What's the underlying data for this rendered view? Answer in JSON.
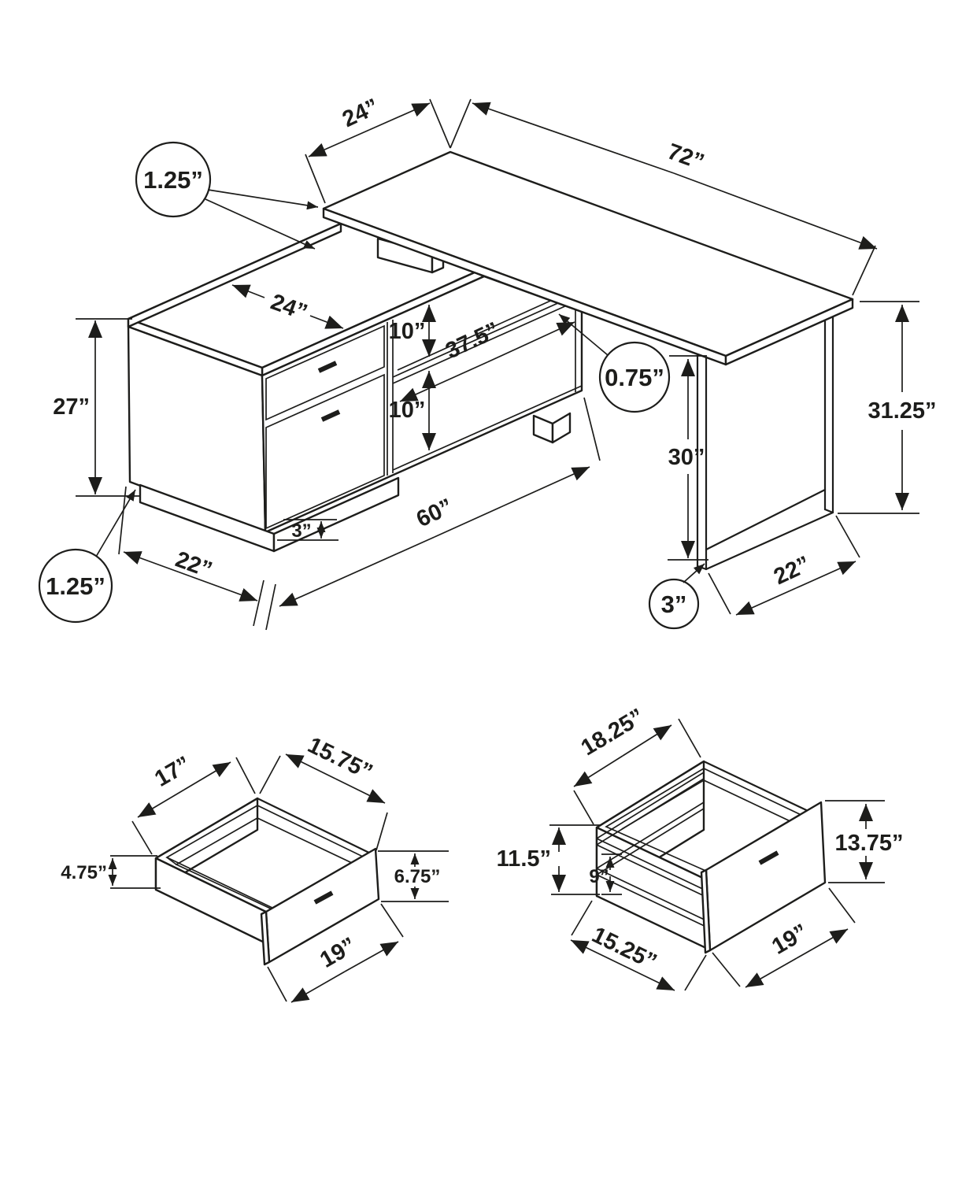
{
  "diagram": {
    "type": "furniture-dimension-diagram",
    "subject": "L-shaped computer desk with drawer credenza and metal sled leg",
    "units": "inches",
    "views": [
      "assembled-desk-isometric",
      "small-drawer-isometric",
      "file-drawer-isometric"
    ]
  },
  "colors": {
    "line": "#1d1d1b",
    "background": "#ffffff"
  },
  "main_view": {
    "callouts": {
      "top_thickness": "1.25”",
      "shelf_thickness": "0.75”",
      "base_thickness": "1.25”",
      "leg_frame_thickness": "3”"
    },
    "dimensions": {
      "desk_depth": "24”",
      "desk_length": "72”",
      "cabinet_top_depth": "24”",
      "cabinet_height": "27”",
      "upper_shelf_opening": "10”",
      "shelf_width": "37.5”",
      "lower_shelf_opening": "10”",
      "leg_clearance": "30”",
      "overall_height": "31.25”",
      "credenza_length": "60”",
      "base_height": "3”",
      "base_depth": "22”",
      "leg_depth": "22”"
    }
  },
  "small_drawer": {
    "depth": "17”",
    "width": "15.75”",
    "side_height": "4.75”",
    "front_height": "6.75”",
    "front_width": "19”"
  },
  "file_drawer": {
    "top_depth": "18.25”",
    "side_height": "11.5”",
    "inner_height": "9”",
    "bottom_depth": "15.25”",
    "front_height": "13.75”",
    "front_width": "19”"
  }
}
